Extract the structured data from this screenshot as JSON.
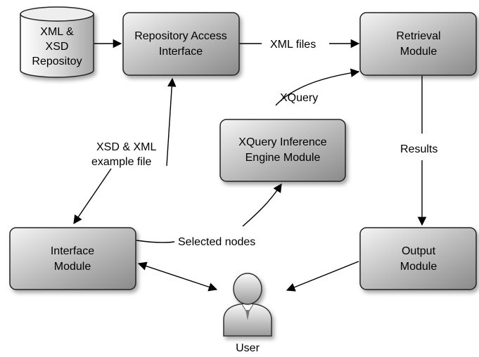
{
  "nodes": {
    "repository": {
      "lines": [
        "XML &",
        "XSD",
        "Repositoy"
      ]
    },
    "access_interface": {
      "lines": [
        "Repository Access",
        "Interface"
      ]
    },
    "retrieval": {
      "lines": [
        "Retrieval",
        "Module"
      ]
    },
    "inference_engine": {
      "lines": [
        "XQuery Inference",
        "Engine Module"
      ]
    },
    "interface_module": {
      "lines": [
        "Interface",
        "Module"
      ]
    },
    "output_module": {
      "lines": [
        "Output",
        "Module"
      ]
    },
    "user": {
      "label": "User"
    }
  },
  "edges": {
    "xml_files": "XML files",
    "xquery": "XQuery",
    "results": "Results",
    "xsd_xml": [
      "XSD & XML",
      "example file"
    ],
    "selected_nodes": "Selected nodes"
  }
}
